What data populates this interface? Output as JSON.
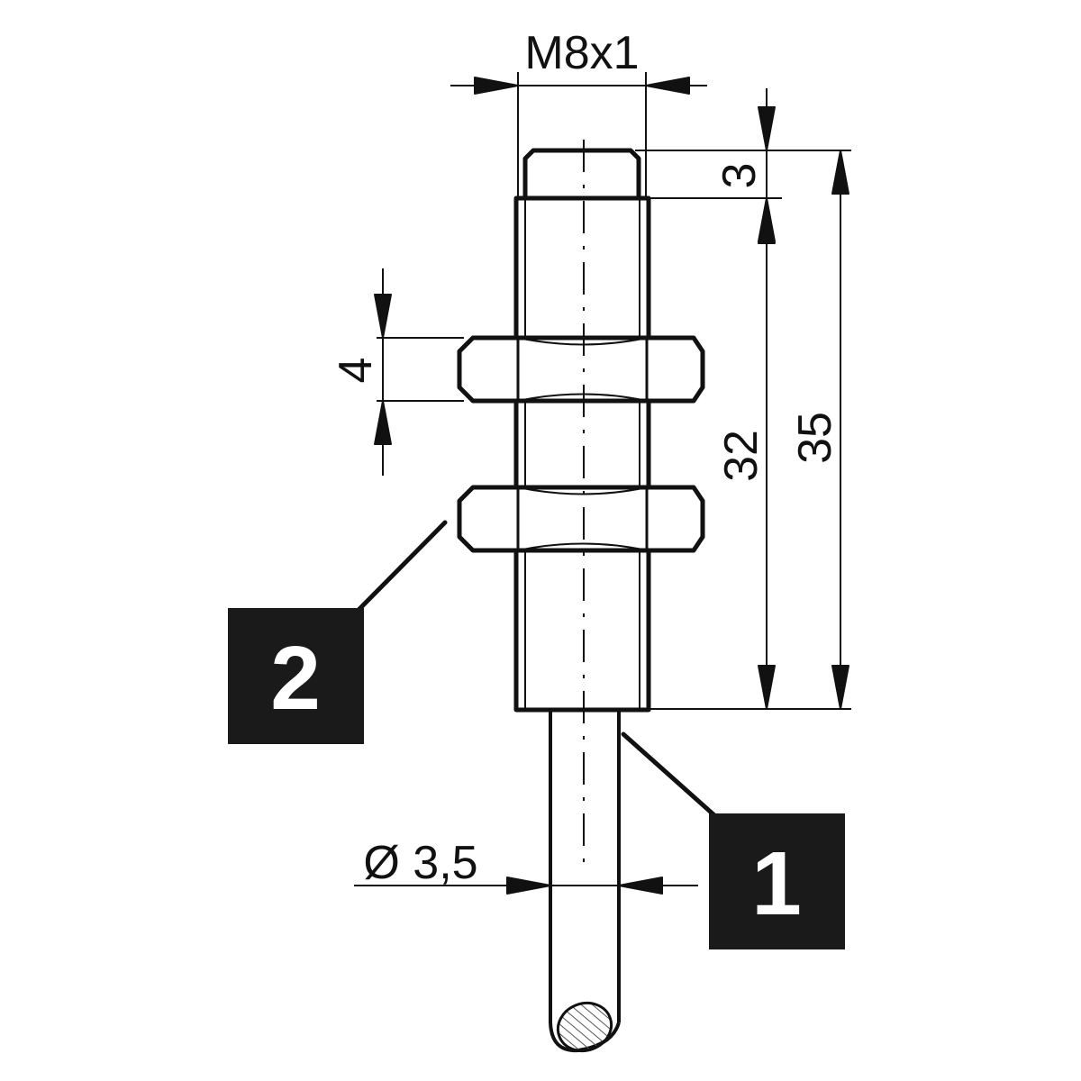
{
  "dimensions": {
    "thread": "M8x1",
    "cap_height": "3",
    "nut_thickness": "4",
    "body_length": "32",
    "total_length": "35",
    "cable_diameter": "Ø 3,5"
  },
  "callouts": {
    "cable": "1",
    "nuts": "2"
  },
  "colors": {
    "line": "#111111",
    "callout_fill": "#1a1a1a",
    "callout_text": "#ffffff"
  }
}
